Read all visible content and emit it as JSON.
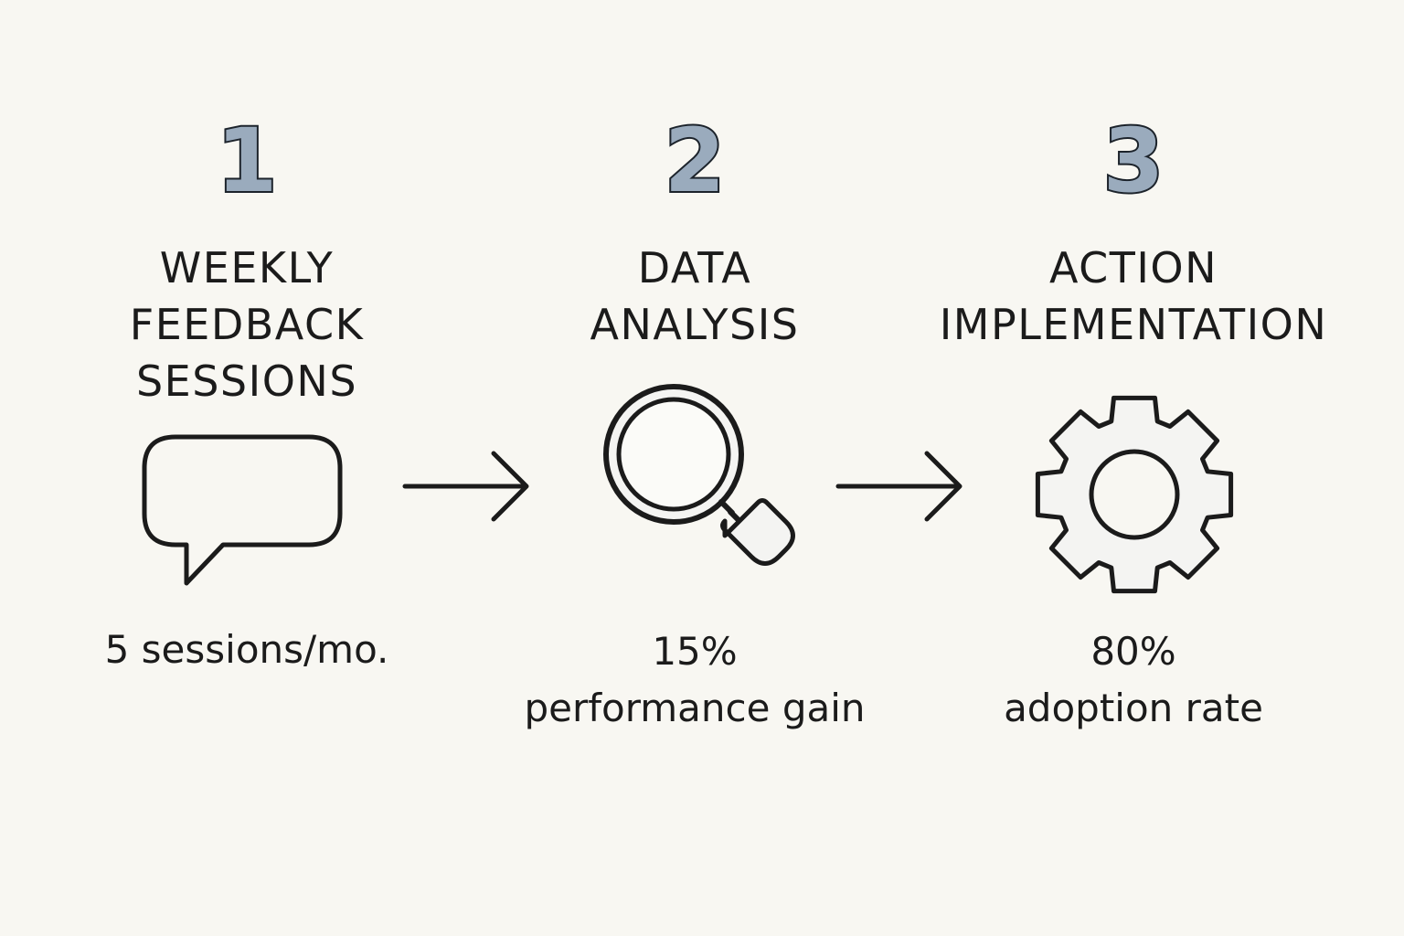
{
  "steps": [
    {
      "number": "1",
      "title": [
        "WEEKLY",
        "FEEDBACK",
        "SESSIONS"
      ],
      "metric": [
        "5 sessions/mo."
      ],
      "icon": "speech-bubble-icon"
    },
    {
      "number": "2",
      "title": [
        "DATA",
        "ANALYSIS"
      ],
      "metric": [
        "15%",
        "performance gain"
      ],
      "icon": "magnifying-glass-icon"
    },
    {
      "number": "3",
      "title": [
        "ACTION",
        "IMPLEMENTATION"
      ],
      "metric": [
        "80%",
        "adoption rate"
      ],
      "icon": "gear-icon"
    }
  ],
  "connectors": [
    "arrow-right-icon",
    "arrow-right-icon"
  ],
  "colors": {
    "background": "#f8f7f2",
    "ink": "#1b1b1b",
    "number_fill": "#9aabbd",
    "icon_fill": "#f4f4f2"
  }
}
